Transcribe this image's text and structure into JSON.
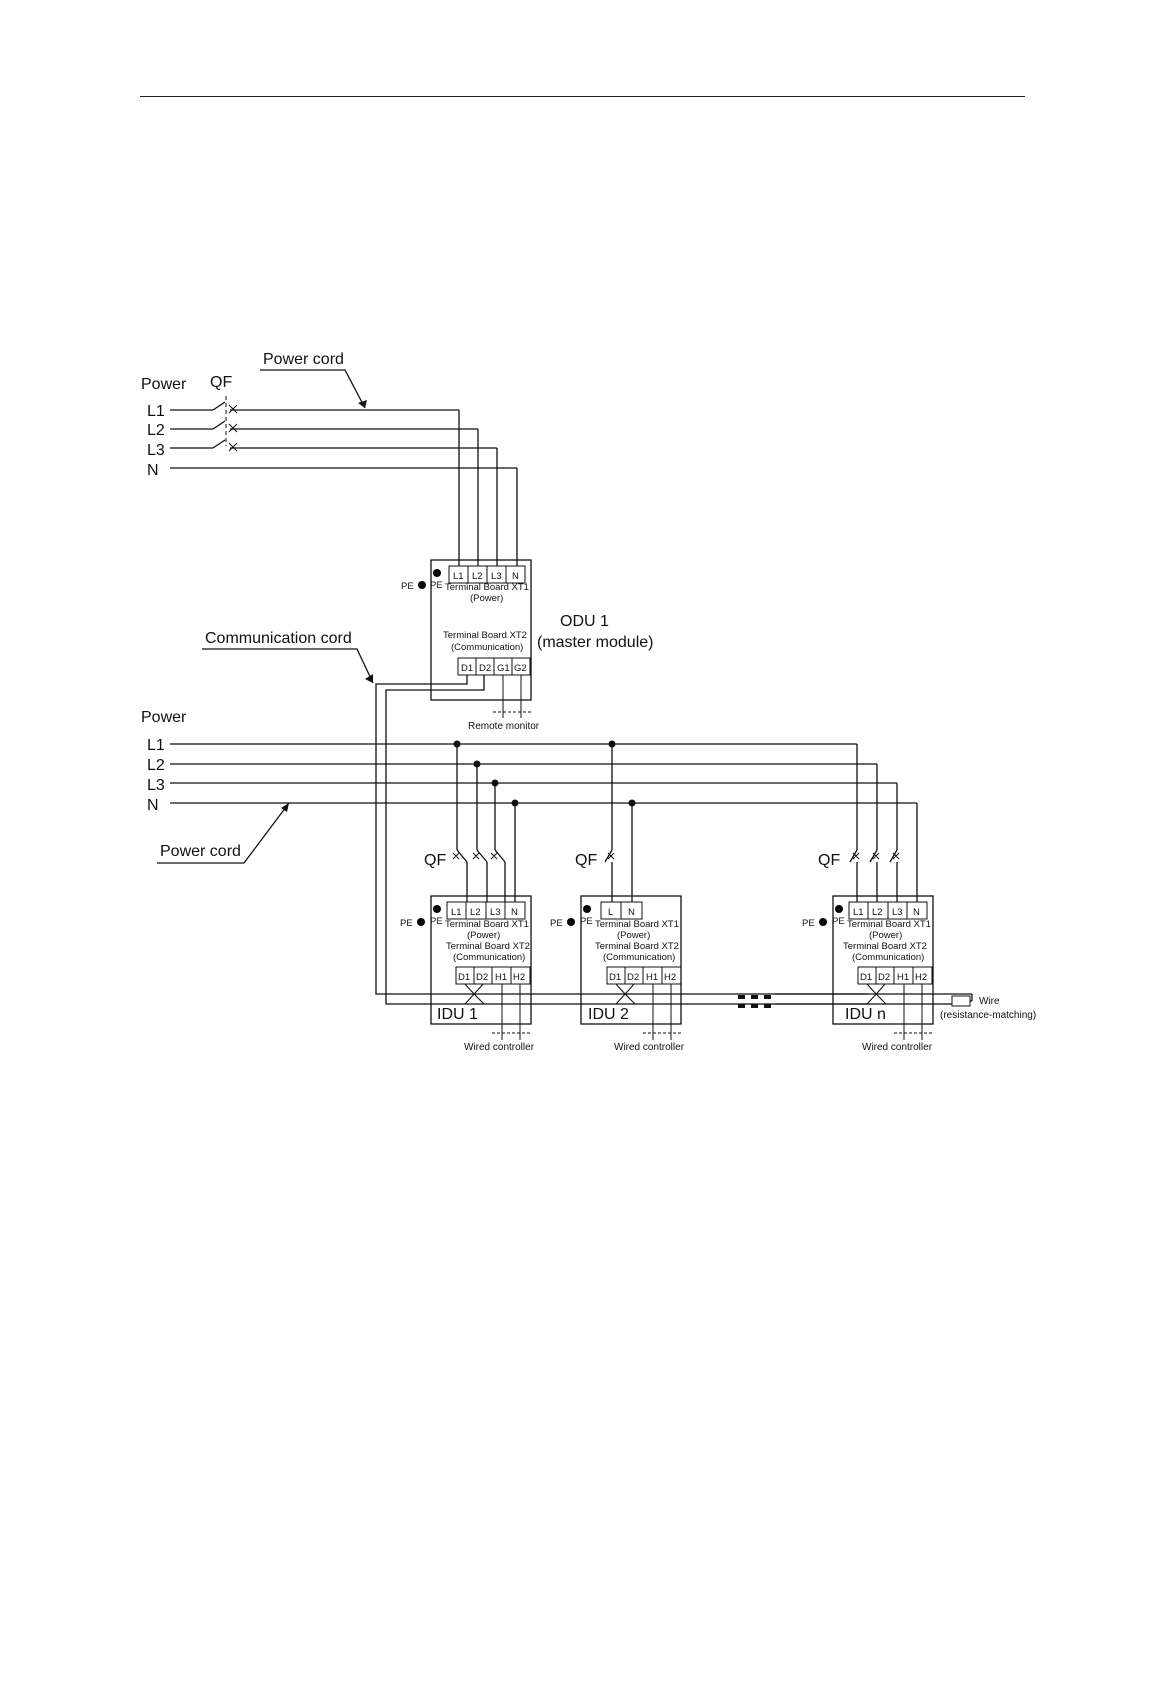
{
  "labels": {
    "power": "Power",
    "qf": "QF",
    "power_cord": "Power cord",
    "communication_cord": "Communication cord",
    "l1": "L1",
    "l2": "L2",
    "l3": "L3",
    "n": "N",
    "l": "L",
    "pe": "PE",
    "d1": "D1",
    "d2": "D2",
    "g1": "G1",
    "g2": "G2",
    "h1": "H1",
    "h2": "H2",
    "xt1": "Terminal Board XT1",
    "power_paren": "(Power)",
    "xt2": "Terminal Board XT2",
    "comm_paren": "(Communication)",
    "remote_monitor": "Remote monitor",
    "wired_controller": "Wired controller",
    "wire": "Wire",
    "resistance": "(resistance-matching)"
  },
  "odu": {
    "title": "ODU 1",
    "subtitle": "(master module)"
  },
  "idus": [
    {
      "name": "IDU 1"
    },
    {
      "name": "IDU 2"
    },
    {
      "name": "IDU n"
    }
  ],
  "ellipsis": "▪▪▪"
}
